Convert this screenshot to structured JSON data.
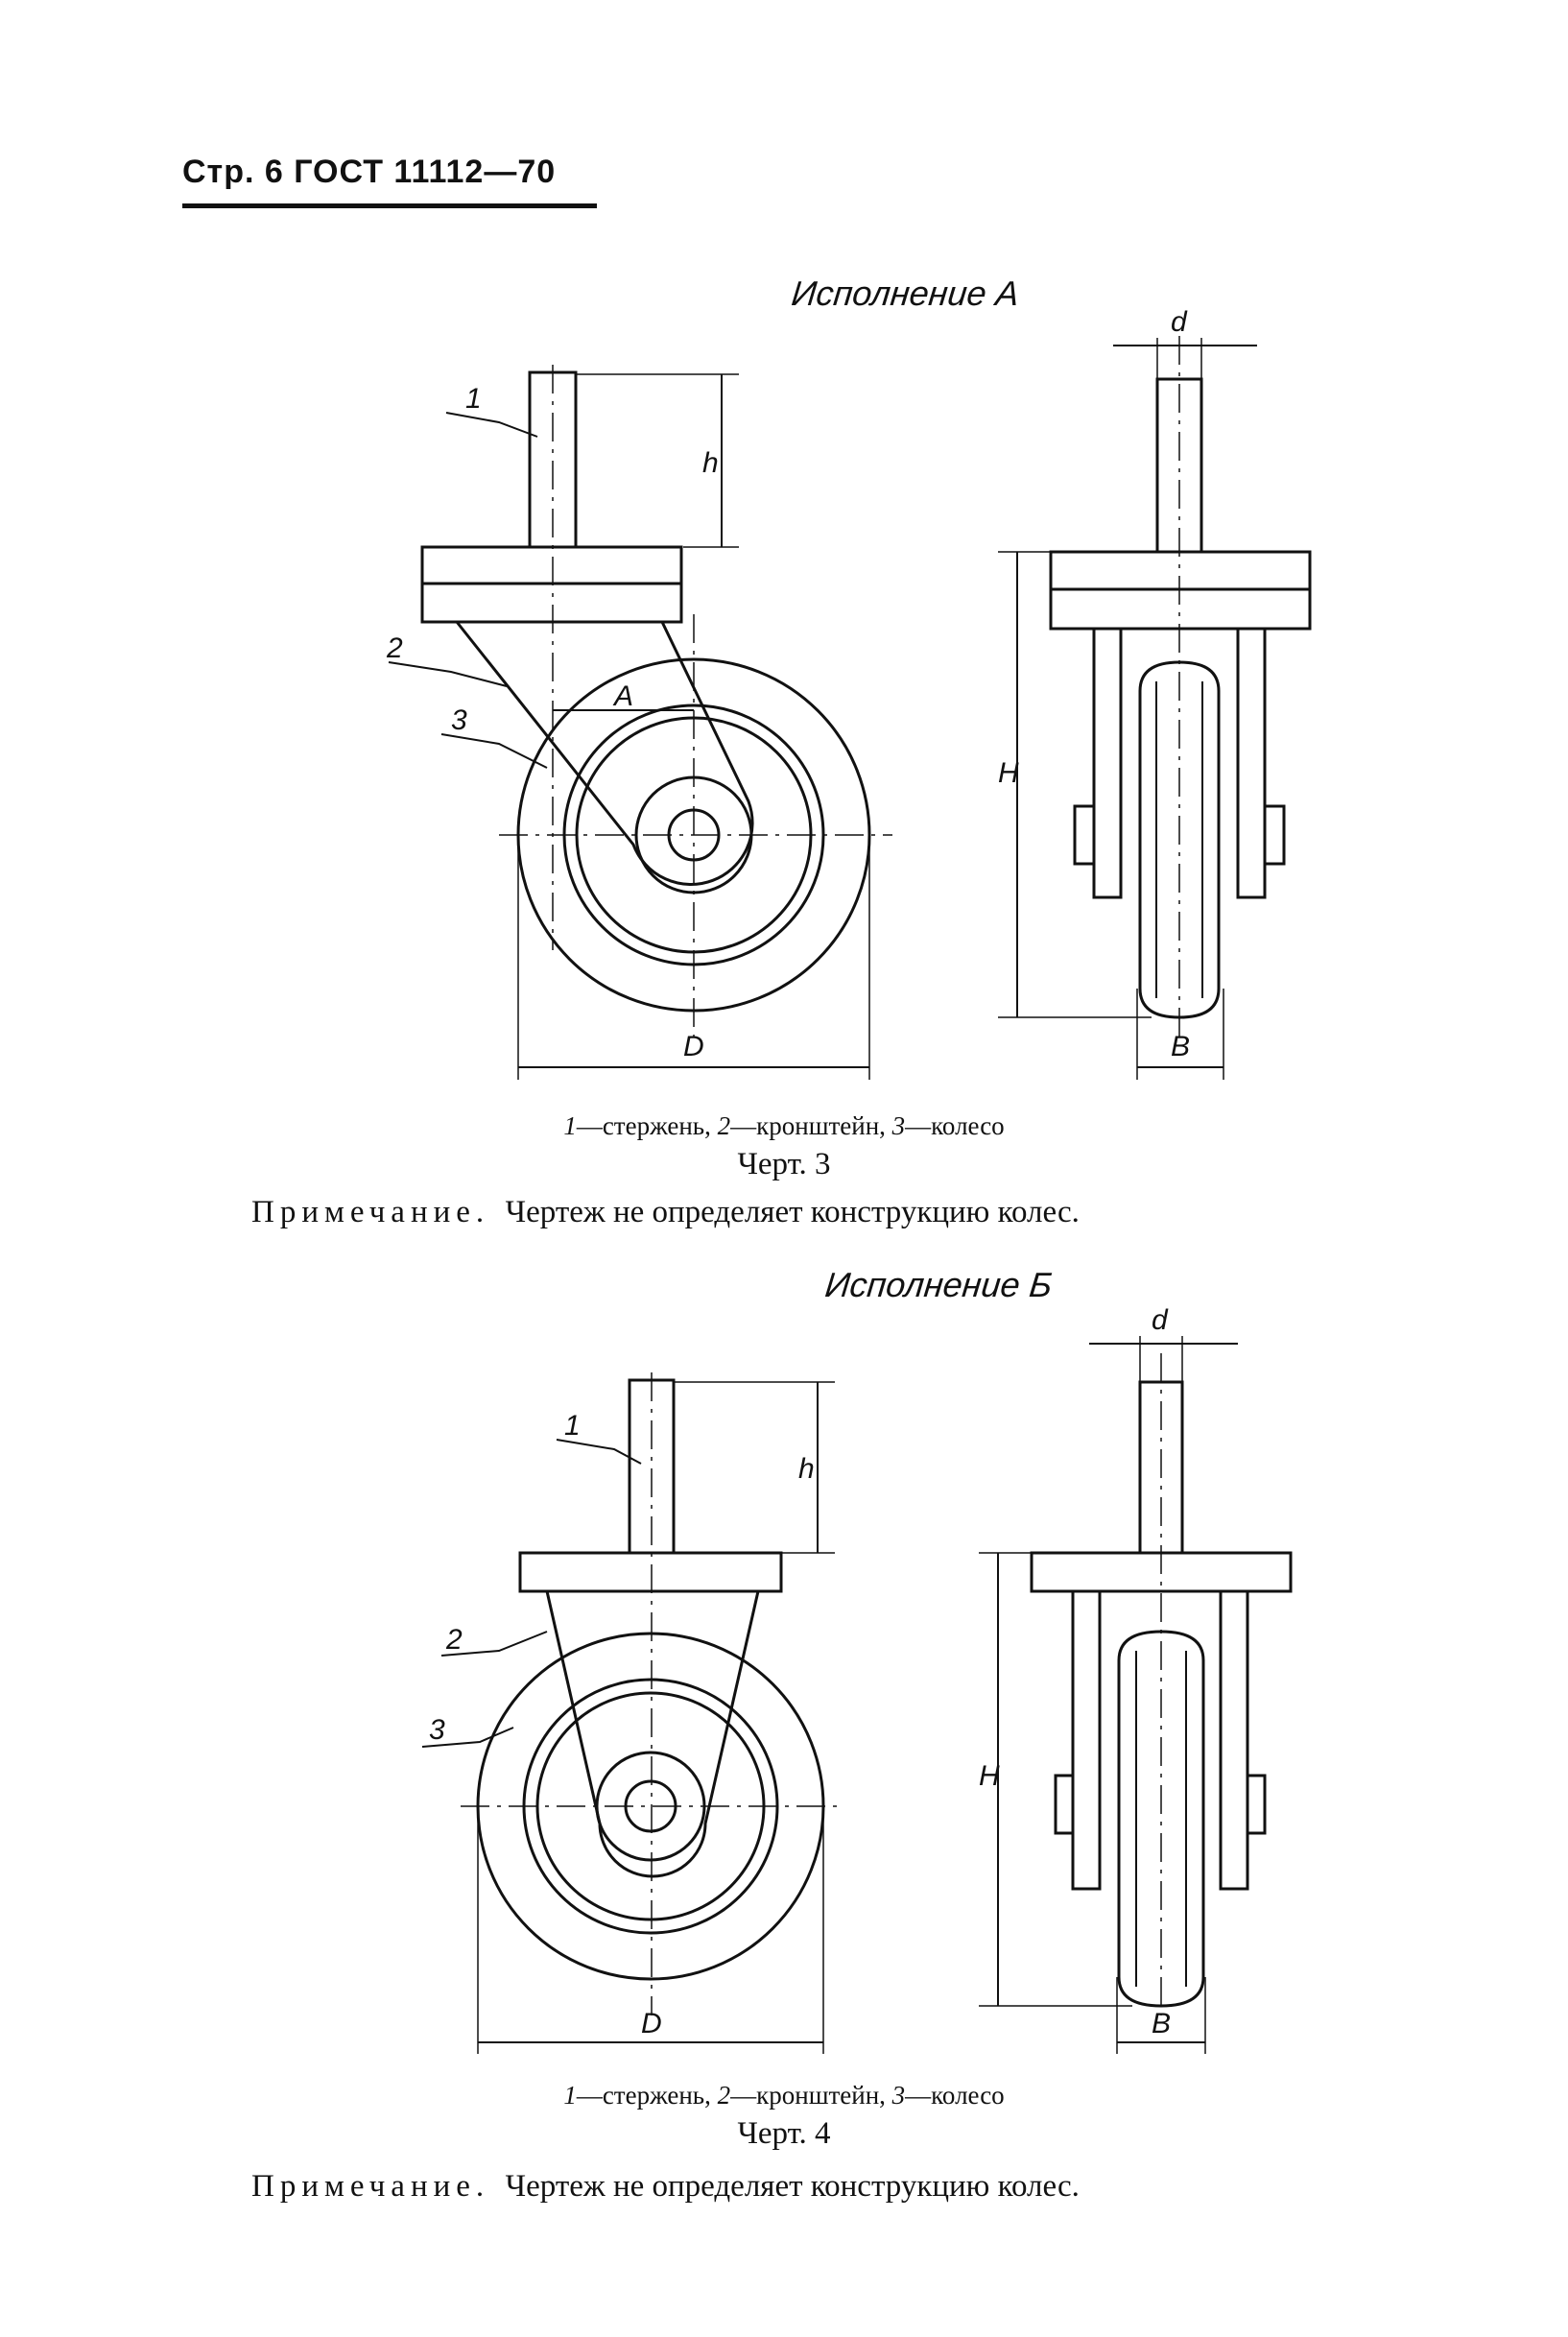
{
  "header": {
    "text": "Стр. 6 ГОСТ 11112—70"
  },
  "figure3": {
    "variant_title": "Исполнение А",
    "legend": {
      "n1": "1",
      "t1": "—стержень,",
      "n2": "2",
      "t2": "—кронштейн,",
      "n3": "3",
      "t3": "—колесо"
    },
    "title": "Черт. 3",
    "labels": {
      "p1": "1",
      "p2": "2",
      "p3": "3",
      "h": "h",
      "A": "A",
      "D": "D",
      "d": "d",
      "H": "H",
      "B": "B"
    }
  },
  "note1": {
    "prefix": "Примечание.",
    "text": "Чертеж не определяет конструкцию колес."
  },
  "figure4": {
    "variant_title": "Исполнение Б",
    "legend": {
      "n1": "1",
      "t1": "—стержень,",
      "n2": "2",
      "t2": "—кронштейн,",
      "n3": "3",
      "t3": "—колесо"
    },
    "title": "Черт. 4",
    "labels": {
      "p1": "1",
      "p2": "2",
      "p3": "3",
      "h": "h",
      "D": "D",
      "d": "d",
      "H": "H",
      "B": "B"
    }
  },
  "note2": {
    "prefix": "Примечание.",
    "text": "Чертеж не определяет конструкцию колес."
  }
}
